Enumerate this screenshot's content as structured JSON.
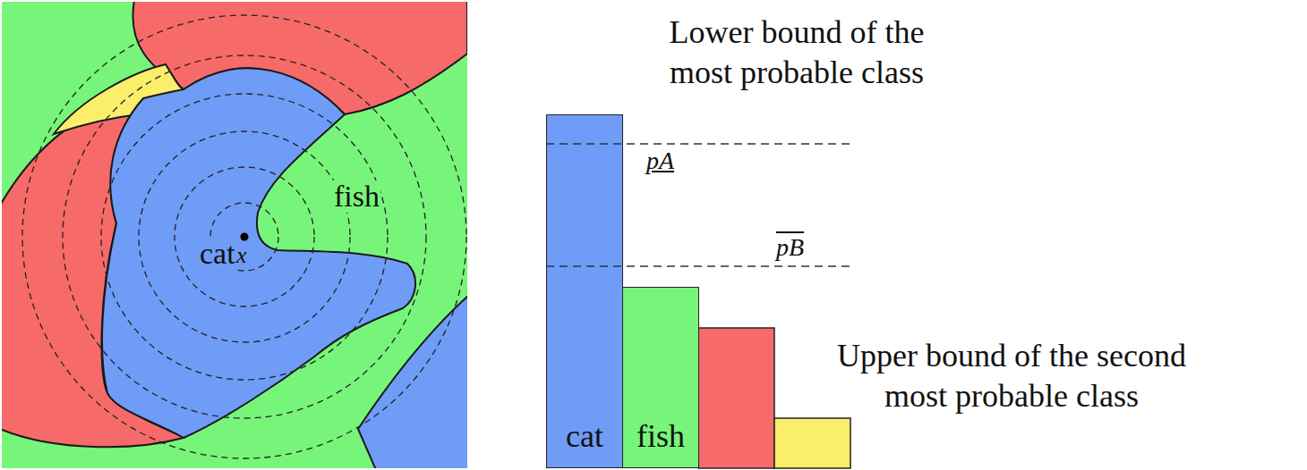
{
  "diagram": {
    "nodes": [
      {
        "text": [
          "cat"
        ]
      },
      {
        "text": [
          "fish"
        ]
      }
    ],
    "labels": [
      "fish",
      "cat",
      "x",
      "pA",
      "pB",
      "Lower bound of the most probable class",
      "Upper bound of the second most probable class"
    ]
  }
}
